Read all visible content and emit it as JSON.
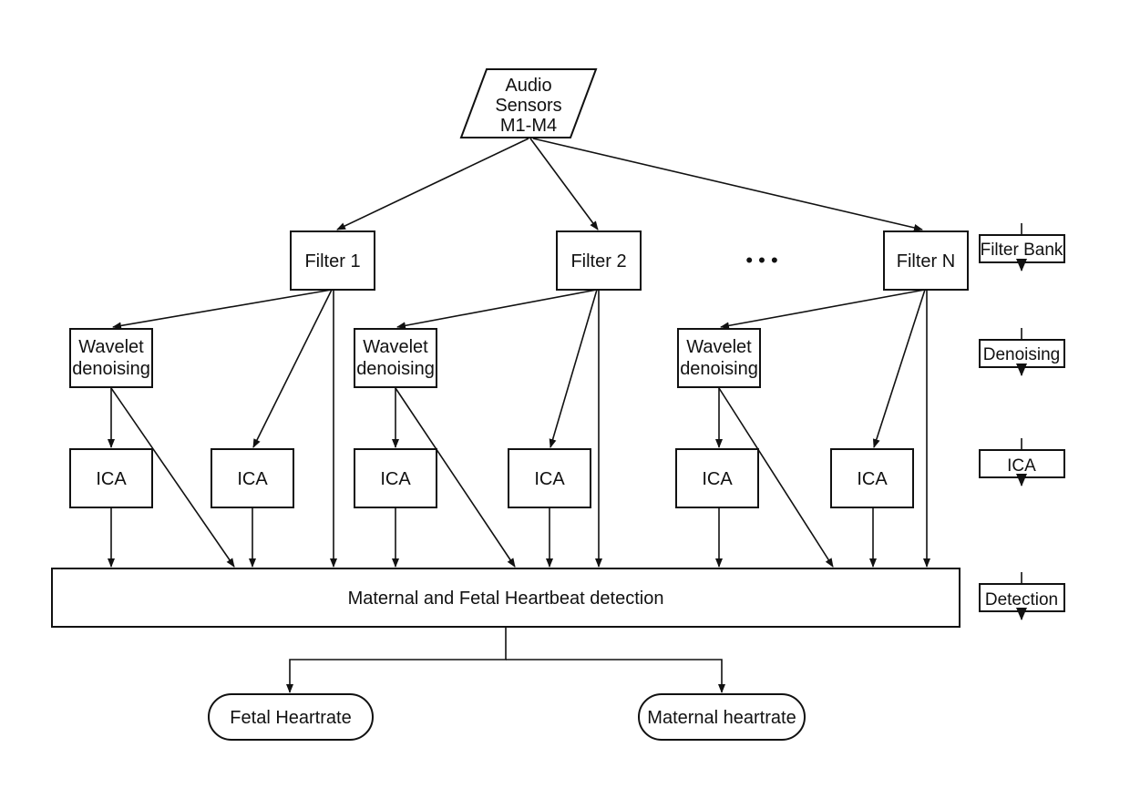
{
  "diagram": {
    "source": {
      "lines": [
        "Audio",
        "Sensors",
        "M1-M4"
      ]
    },
    "filters": [
      {
        "label": "Filter 1"
      },
      {
        "label": "Filter 2"
      },
      {
        "label": "Filter N"
      }
    ],
    "ellipsis": "• • •",
    "wavelet_blocks": [
      {
        "lines": [
          "Wavelet",
          "denoising"
        ]
      },
      {
        "lines": [
          "Wavelet",
          "denoising"
        ]
      },
      {
        "lines": [
          "Wavelet",
          "denoising"
        ]
      }
    ],
    "ica_blocks": [
      {
        "label": "ICA"
      },
      {
        "label": "ICA"
      },
      {
        "label": "ICA"
      },
      {
        "label": "ICA"
      },
      {
        "label": "ICA"
      },
      {
        "label": "ICA"
      }
    ],
    "detection": {
      "label": "Maternal and Fetal Heartbeat detection"
    },
    "outputs": [
      {
        "label": "Fetal Heartrate"
      },
      {
        "label": "Maternal heartrate"
      }
    ],
    "stages": [
      {
        "label": "Filter Bank"
      },
      {
        "label": "Denoising"
      },
      {
        "label": "ICA"
      },
      {
        "label": "Detection"
      }
    ]
  }
}
